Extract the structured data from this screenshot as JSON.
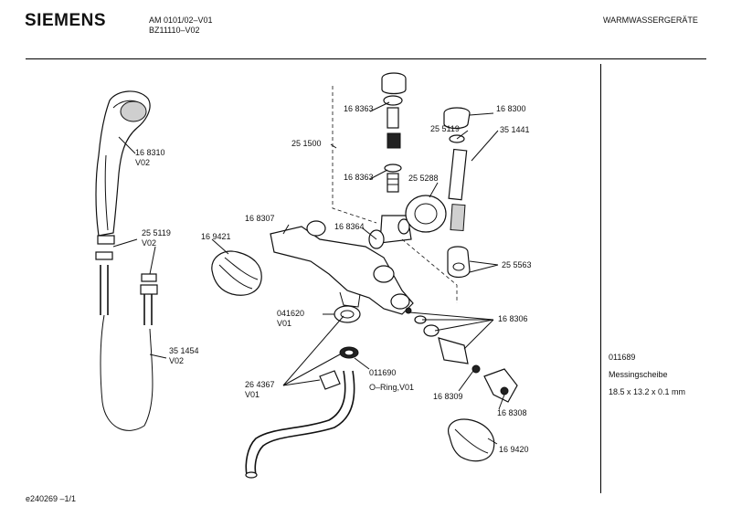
{
  "header": {
    "brand": "SIEMENS",
    "doc_number": "AM 0101/02–V01",
    "doc_sub": "BZ11110–V02",
    "category": "WARMWASSERGERÄTE"
  },
  "footer": {
    "code": "e240269  –1/1"
  },
  "side_note": {
    "part_no": "011689",
    "name": "Messingscheibe",
    "dims": "18.5 x 13.2 x 0.1 mm"
  },
  "labels": {
    "l168310": "16 8310",
    "v02a": "V02",
    "l255119a": "25 5119",
    "v02b": "V02",
    "l351454": "35 1454",
    "v02c": "V02",
    "l168307": "16 8307",
    "l169421": "16 9421",
    "l168363a": "16 8363",
    "l251500": "25 1500",
    "l168363b": "16 8363",
    "l168364": "16 8364",
    "l255288": "25 5288",
    "l168300": "16 8300",
    "l255119b": "25 5119",
    "l351441": "35 1441",
    "l255563": "25 5563",
    "l041620": "041620",
    "v01a": "V01",
    "l168306": "16 8306",
    "l264367": "26 4367",
    "v01b": "V01",
    "l011690": "011690",
    "oring": "O–Ring,V01",
    "l168309": "16 8309",
    "l168308": "16 8308",
    "l169420": "16 9420"
  }
}
